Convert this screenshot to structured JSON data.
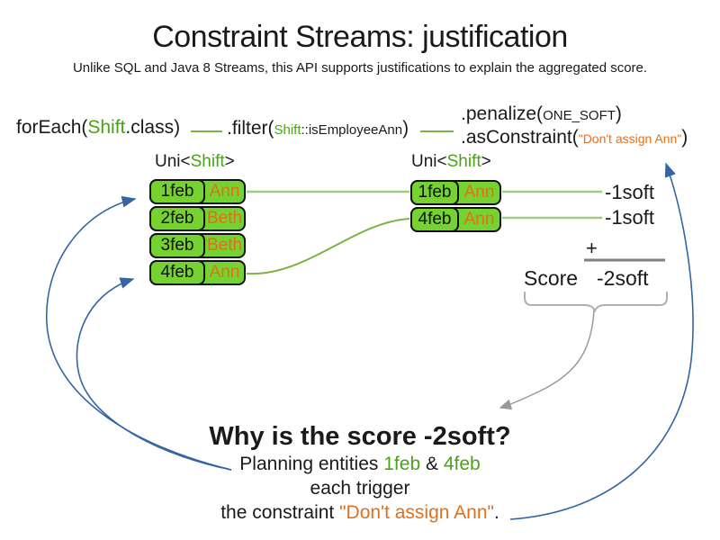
{
  "title": "Constraint Streams: justification",
  "subtitle": "Unlike SQL and Java 8 Streams, this API supports justifications to explain the aggregated score.",
  "code": {
    "foreach_pre": "forEach(",
    "foreach_class": "Shift",
    "foreach_post": ".class)",
    "filter_pre": ".filter(",
    "filter_arg_class": "Shift",
    "filter_arg_rest": "::isEmployeeAnn",
    "filter_post": ")",
    "penalize_pre": ".penalize(",
    "penalize_arg": "ONE_SOFT",
    "penalize_post": ")",
    "asconstraint_pre": ".asConstraint(",
    "asconstraint_arg": "\"Don't assign Ann\"",
    "asconstraint_post": ")"
  },
  "left_table": {
    "label_pre": "Uni<",
    "label_type": "Shift",
    "label_post": ">",
    "rows": [
      {
        "date": "1feb",
        "name": "Ann"
      },
      {
        "date": "2feb",
        "name": "Beth"
      },
      {
        "date": "3feb",
        "name": "Beth"
      },
      {
        "date": "4feb",
        "name": "Ann"
      }
    ]
  },
  "right_table": {
    "label_pre": "Uni<",
    "label_type": "Shift",
    "label_post": ">",
    "rows": [
      {
        "date": "1feb",
        "name": "Ann"
      },
      {
        "date": "4feb",
        "name": "Ann"
      }
    ]
  },
  "scores": {
    "per_row": [
      "-1soft",
      "-1soft"
    ],
    "plus": "+",
    "score_label": "Score",
    "total": "-2soft"
  },
  "why": {
    "heading": "Why is the score -2soft?",
    "line1_pre": "Planning entities ",
    "line1_entity1": "1feb",
    "line1_amp": " & ",
    "line1_entity2": "4feb",
    "line2": "each trigger",
    "line3_pre": "the constraint ",
    "line3_quote": "\"Don't assign Ann\"",
    "line3_post": "."
  },
  "colors": {
    "cell_green": "#76d231",
    "text_green": "#48a413",
    "orange": "#e0701c",
    "arrow_blue": "#3465a4",
    "line_green_light": "#a2cc7d",
    "line_green": "#7cb342",
    "sum_gray": "#808080",
    "brace_gray": "#b0b0b0",
    "arrow_gray": "#999999"
  }
}
